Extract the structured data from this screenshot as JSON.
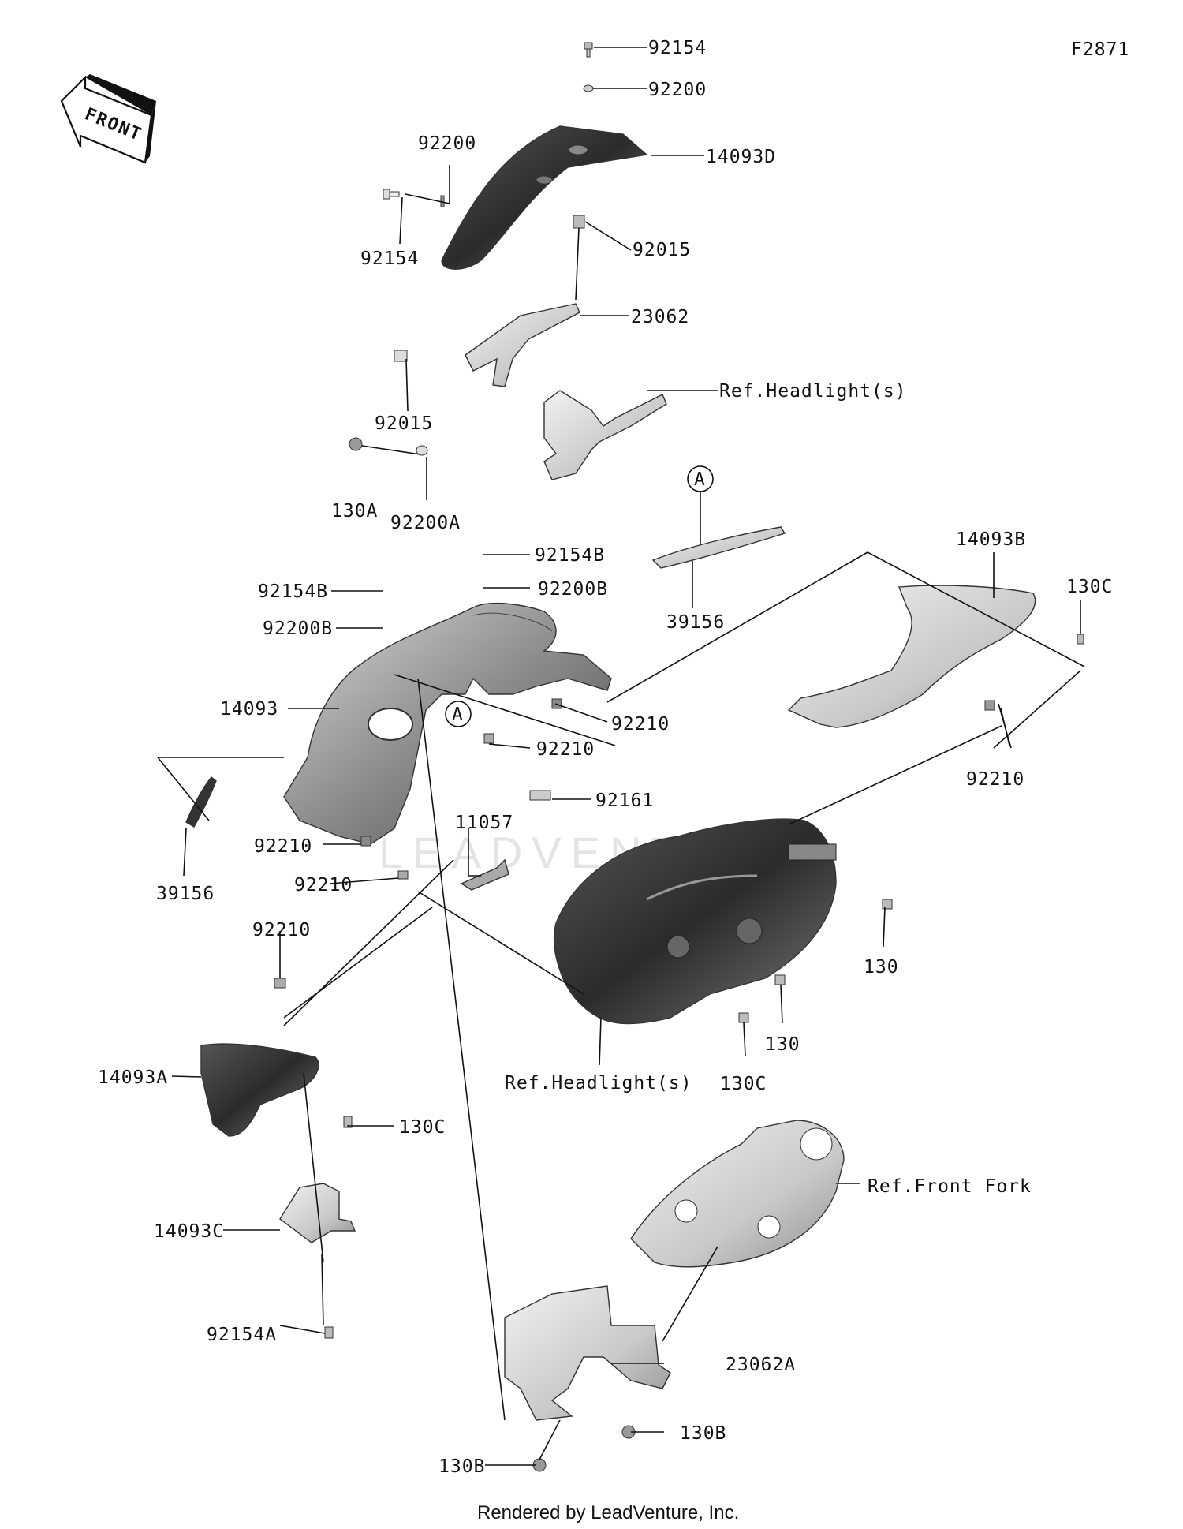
{
  "figure_code": "F2871",
  "front_marker": "FRONT",
  "callout_letter": "A",
  "watermark": "LEADVENTURE",
  "footer": "Rendered by LeadVenture, Inc.",
  "labels": {
    "top_92154": "92154",
    "top_92200": "92200",
    "p14093D": "14093D",
    "left_92200": "92200",
    "left_92154": "92154",
    "p92015_a": "92015",
    "p23062": "23062",
    "ref_headlight_top": "Ref.Headlight(s)",
    "p92015_b": "92015",
    "p130A": "130A",
    "p92200A": "92200A",
    "p39156_a": "39156",
    "p14093B": "14093B",
    "p130C_a": "130C",
    "p92154B_a": "92154B",
    "p92200B_a": "92200B",
    "p92154B_b": "92154B",
    "p92200B_b": "92200B",
    "p14093": "14093",
    "p92210_a": "92210",
    "p92210_b": "92210",
    "p92210_c": "92210",
    "p92161": "92161",
    "p11057": "11057",
    "p92210_d": "92210",
    "p92210_e": "92210",
    "p39156_b": "39156",
    "p92210_f": "92210",
    "p130_a": "130",
    "p130_b": "130",
    "ref_headlight_bottom": "Ref.Headlight(s)",
    "p130C_b": "130C",
    "p14093A": "14093A",
    "p130C_c": "130C",
    "ref_front_fork": "Ref.Front Fork",
    "p14093C": "14093C",
    "p92154A": "92154A",
    "p23062A": "23062A",
    "p130B_a": "130B",
    "p130B_b": "130B"
  },
  "colors": {
    "ink": "#111111",
    "part_fill_light": "#e2e2e2",
    "part_fill_mid": "#9a9a9a",
    "part_fill_dark": "#333333"
  }
}
